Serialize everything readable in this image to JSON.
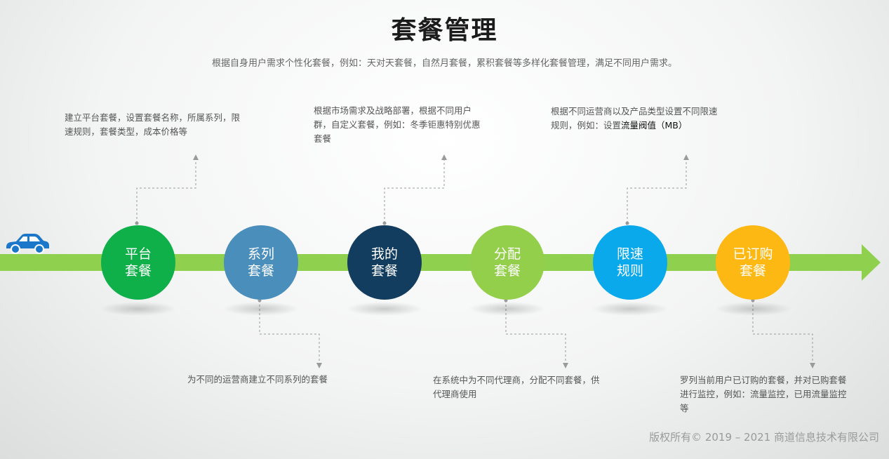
{
  "header": {
    "title": "套餐管理",
    "subtitle": "根据自身用户需求个性化套餐，例如：天对天套餐，自然月套餐，累积套餐等多样化套餐管理，满足不同用户需求。"
  },
  "colors": {
    "track": "#8fd14f",
    "car": "#1a77c9",
    "connector": "#9a9a9a"
  },
  "steps": [
    {
      "line1": "平台",
      "line2": "套餐",
      "color": "#0fb04a",
      "desc": "建立平台套餐，设置套餐名称，所属系列，限速规则，套餐类型，成本价格等"
    },
    {
      "line1": "系列",
      "line2": "套餐",
      "color": "#4a8ebc",
      "desc": "为不同的运营商建立不同系列的套餐"
    },
    {
      "line1": "我的",
      "line2": "套餐",
      "color": "#133d5e",
      "desc": "根据市场需求及战略部署，根据不同用户群，自定义套餐，例如：冬季钜惠特别优惠套餐"
    },
    {
      "line1": "分配",
      "line2": "套餐",
      "color": "#93cf4b",
      "desc": "在系统中为不同代理商，分配不同套餐，供代理商使用"
    },
    {
      "line1": "限速",
      "line2": "规则",
      "color": "#0aa9ec",
      "desc_part1": "根据不同运营商以及产品类型设置不同限速规则，例如：设置",
      "desc_part2": "流量阀值（MB）"
    },
    {
      "line1": "已订购",
      "line2": "套餐",
      "color": "#fdb813",
      "desc": "罗列当前用户已订购的套餐，并对已购套餐进行监控，例如：流量监控，已用流量监控等"
    }
  ],
  "footer": {
    "copyright": "版权所有© 2019 – 2021 商道信息技术有限公司"
  }
}
